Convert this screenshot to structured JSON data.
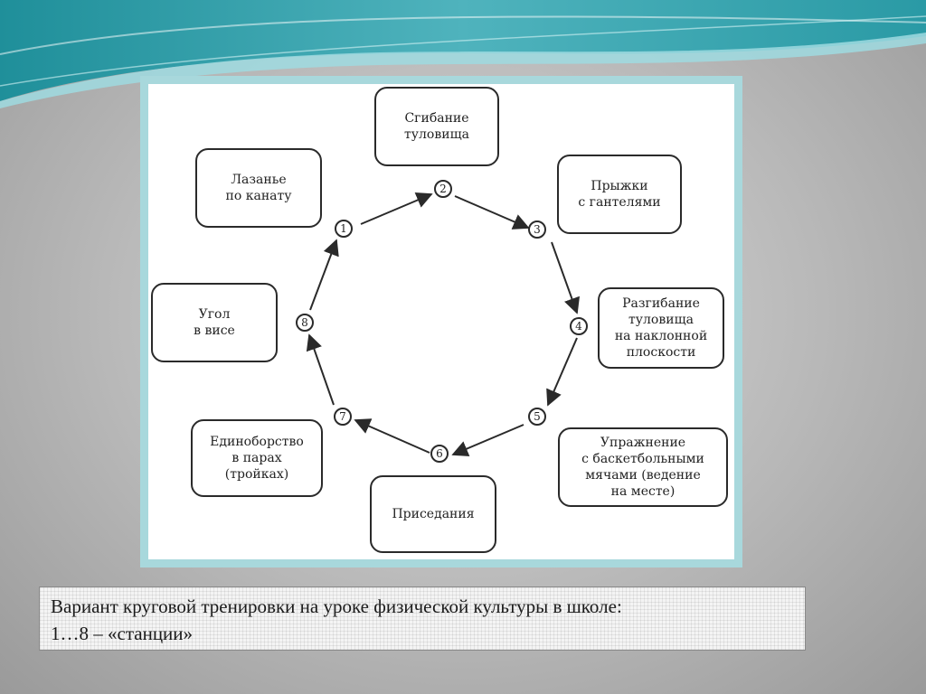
{
  "colors": {
    "banner_dark": "#1f8f9a",
    "banner_light": "#7fd0d6",
    "frame": "#a8d8dc",
    "line": "#2a2a2a"
  },
  "diagram": {
    "stations": [
      {
        "number": "1",
        "label": "Лазанье\nпо канату"
      },
      {
        "number": "2",
        "label": "Сгибание\nтуловища"
      },
      {
        "number": "3",
        "label": "Прыжки\nс гантелями"
      },
      {
        "number": "4",
        "label": "Разгибание\nтуловища\nна наклонной\nплоскости"
      },
      {
        "number": "5",
        "label": "Упражнение\nс баскетбольными\nмячами (ведение\nна месте)"
      },
      {
        "number": "6",
        "label": "Приседания"
      },
      {
        "number": "7",
        "label": "Единоборство\nв парах\n(тройках)"
      },
      {
        "number": "8",
        "label": "Угол\nв висе"
      }
    ]
  },
  "caption": {
    "line1": "Вариант круговой тренировки на уроке физической культуры в школе:",
    "line2": "1…8 – «станции»"
  }
}
